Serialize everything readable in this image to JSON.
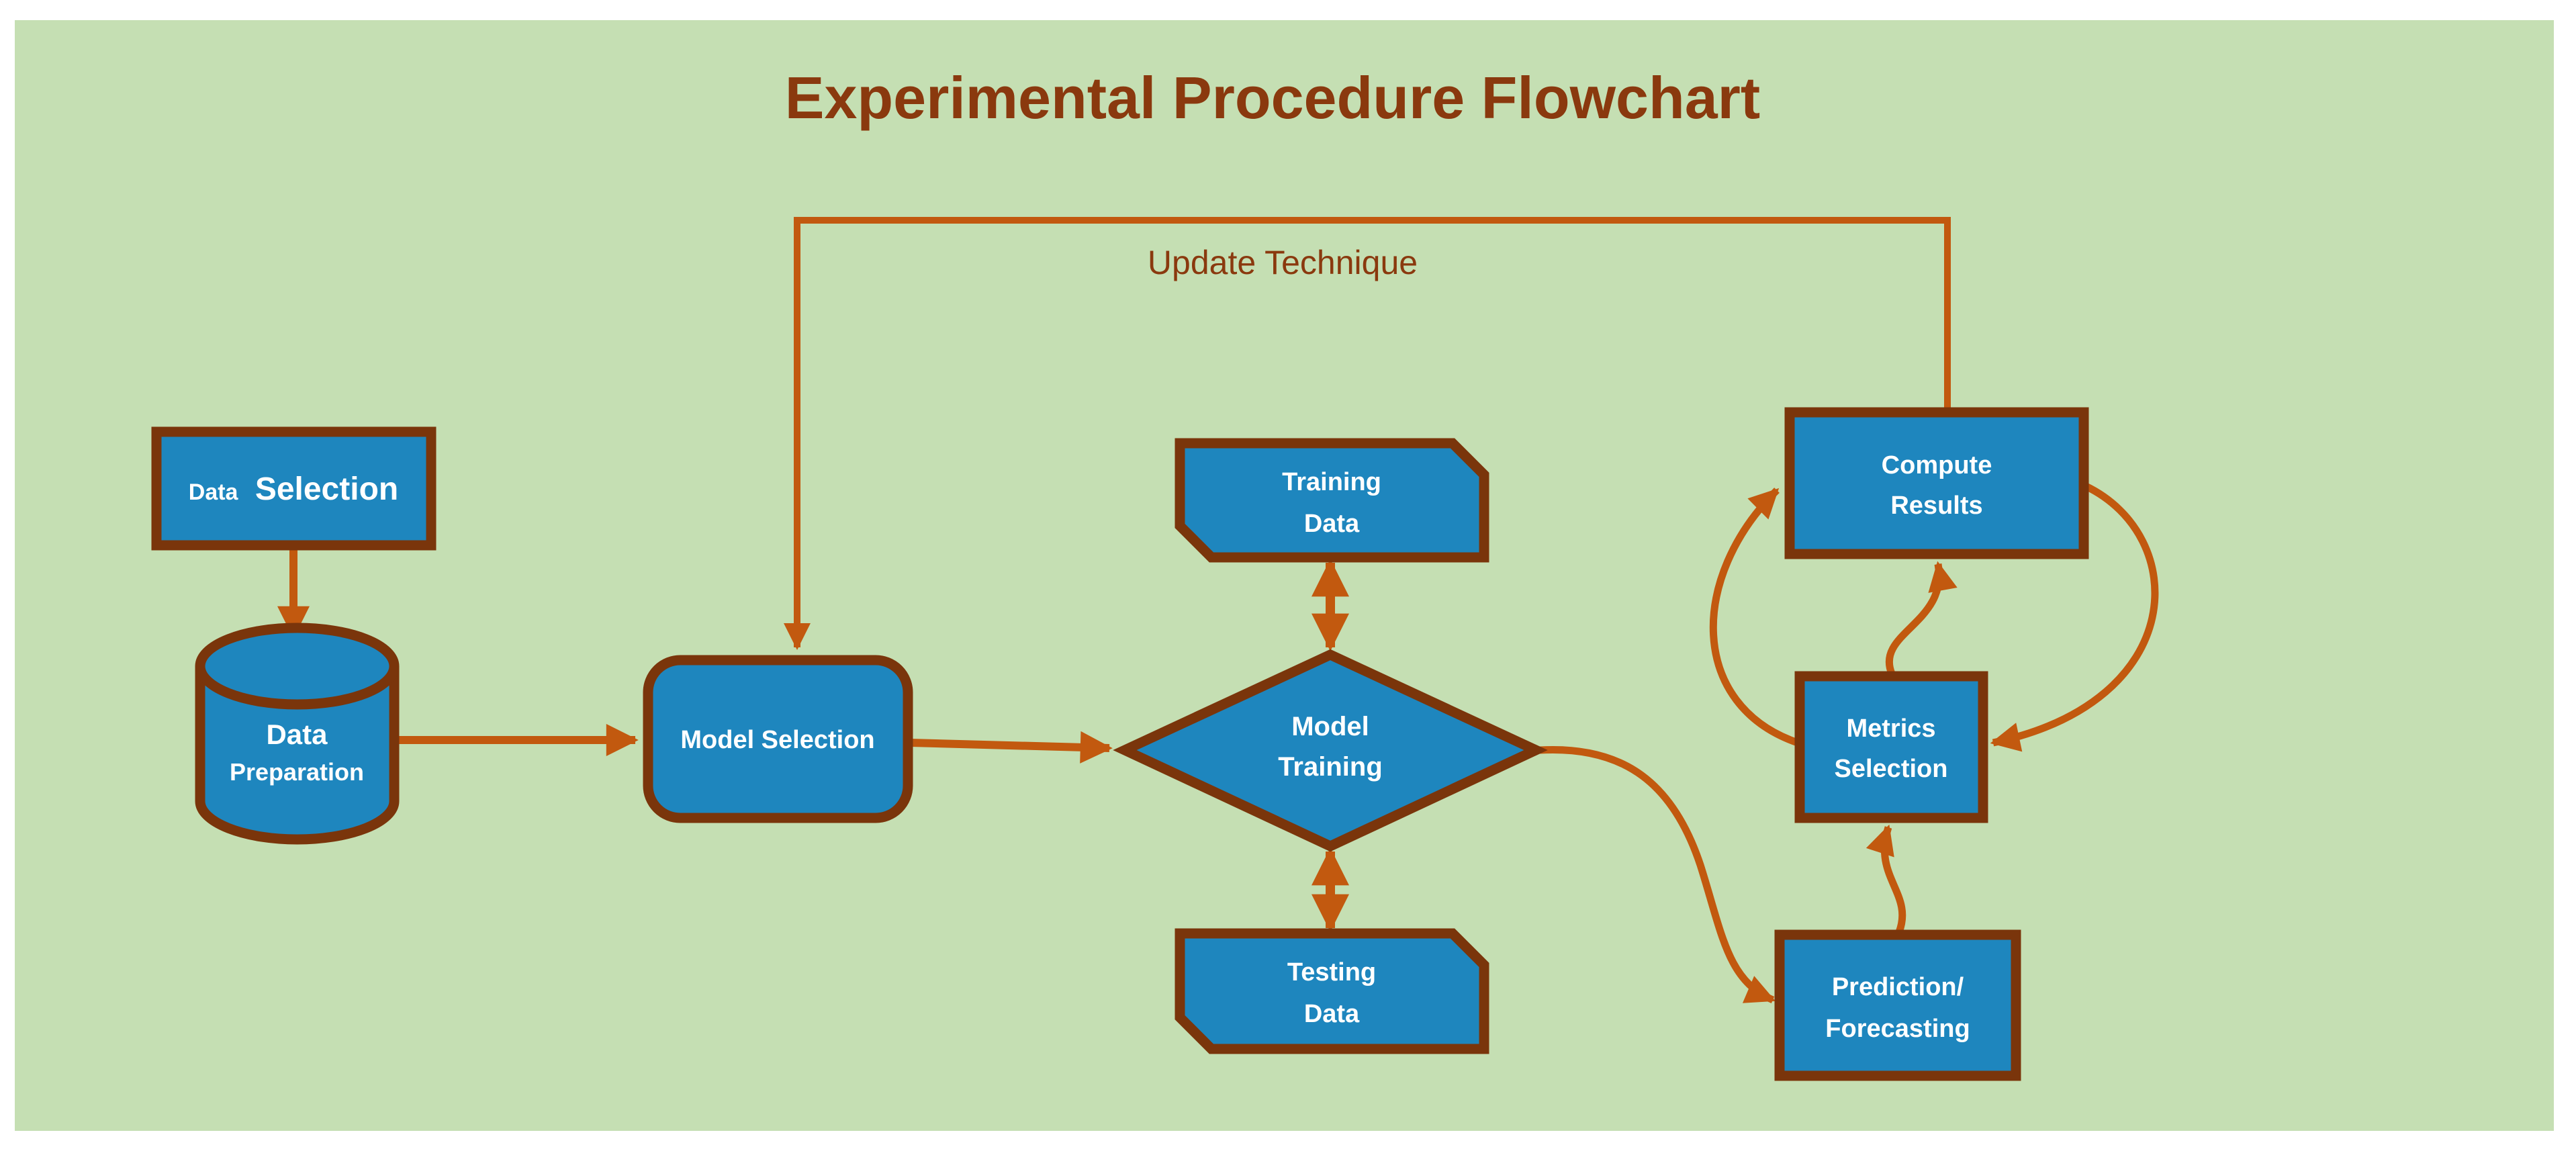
{
  "title": "Experimental Procedure Flowchart",
  "labels": {
    "update_technique": "Update Technique"
  },
  "nodes": {
    "data_selection": {
      "shape": "rectangle",
      "text_small": "Data",
      "text_large": "Selection"
    },
    "data_preparation": {
      "shape": "cylinder",
      "line1": "Data",
      "line2": "Preparation"
    },
    "model_selection": {
      "shape": "rounded-rectangle",
      "label": "Model Selection"
    },
    "training_data": {
      "shape": "card",
      "line1": "Training",
      "line2": "Data"
    },
    "model_training": {
      "shape": "diamond",
      "line1": "Model",
      "line2": "Training"
    },
    "testing_data": {
      "shape": "card",
      "line1": "Testing",
      "line2": "Data"
    },
    "compute_results": {
      "shape": "rectangle",
      "line1": "Compute",
      "line2": "Results"
    },
    "metrics_selection": {
      "shape": "rectangle",
      "line1": "Metrics",
      "line2": "Selection"
    },
    "prediction_forecasting": {
      "shape": "rectangle",
      "line1": "Prediction/",
      "line2": "Forecasting"
    }
  },
  "edges": [
    {
      "from": "data_selection",
      "to": "data_preparation",
      "style": "straight",
      "arrows": "end"
    },
    {
      "from": "data_preparation",
      "to": "model_selection",
      "style": "straight",
      "arrows": "end"
    },
    {
      "from": "model_selection",
      "to": "model_training",
      "style": "straight",
      "arrows": "end"
    },
    {
      "from": "training_data",
      "to": "model_training",
      "style": "straight",
      "arrows": "both"
    },
    {
      "from": "model_training",
      "to": "testing_data",
      "style": "straight",
      "arrows": "both"
    },
    {
      "from": "model_training",
      "to": "prediction_forecasting",
      "style": "curved",
      "arrows": "end"
    },
    {
      "from": "prediction_forecasting",
      "to": "metrics_selection",
      "style": "curved",
      "arrows": "end"
    },
    {
      "from": "metrics_selection",
      "to": "compute_results",
      "style": "curved",
      "arrows": "end",
      "via": "center"
    },
    {
      "from": "metrics_selection",
      "to": "compute_results",
      "style": "curved",
      "arrows": "end",
      "via": "left"
    },
    {
      "from": "compute_results",
      "to": "metrics_selection",
      "style": "curved",
      "arrows": "end",
      "via": "right"
    },
    {
      "from": "compute_results",
      "to": "model_selection",
      "style": "orthogonal",
      "arrows": "end",
      "label": "Update Technique"
    }
  ],
  "colors": {
    "page_background": "#ffffff",
    "panel_background": "#c5dfb3",
    "node_fill": "#1e86be",
    "node_border": "#7a350b",
    "connector": "#c2590f",
    "title_text": "#8a390e",
    "node_text": "#ffffff"
  }
}
